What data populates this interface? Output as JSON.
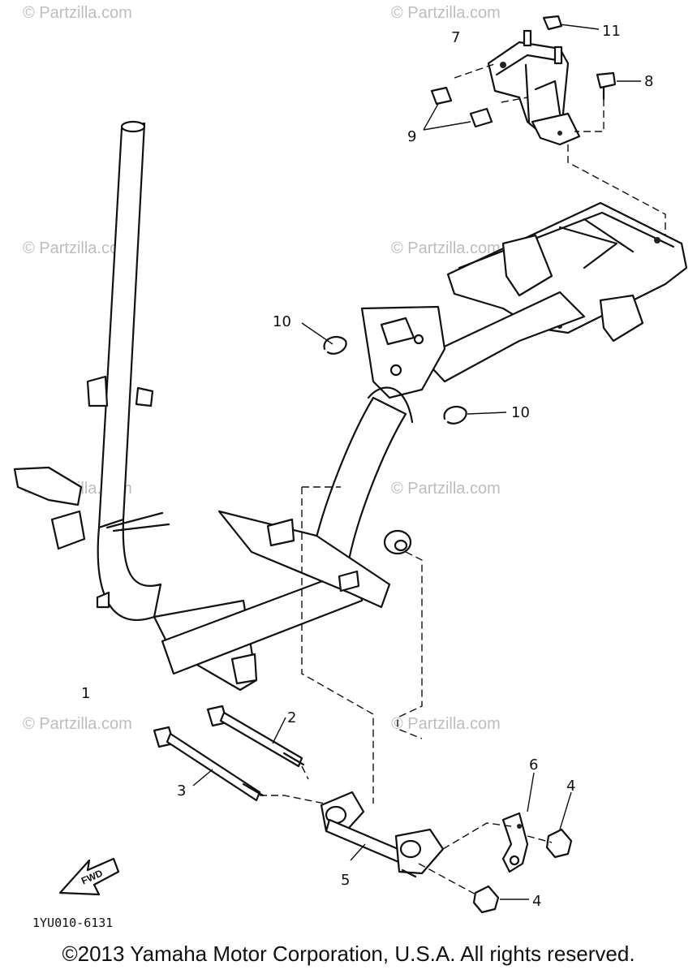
{
  "watermark": "© Partzilla.com",
  "callouts": {
    "p1": "1",
    "p2": "2",
    "p3": "3",
    "p4a": "4",
    "p4b": "4",
    "p5": "5",
    "p6": "6",
    "p7": "7",
    "p8": "8",
    "p9": "9",
    "p10a": "10",
    "p10b": "10",
    "p11": "11"
  },
  "fwd_label": "FWD",
  "diagram_code": "1YU010-6131",
  "copyright": "©2013  Yamaha Motor Corporation, U.S.A. All rights reserved."
}
